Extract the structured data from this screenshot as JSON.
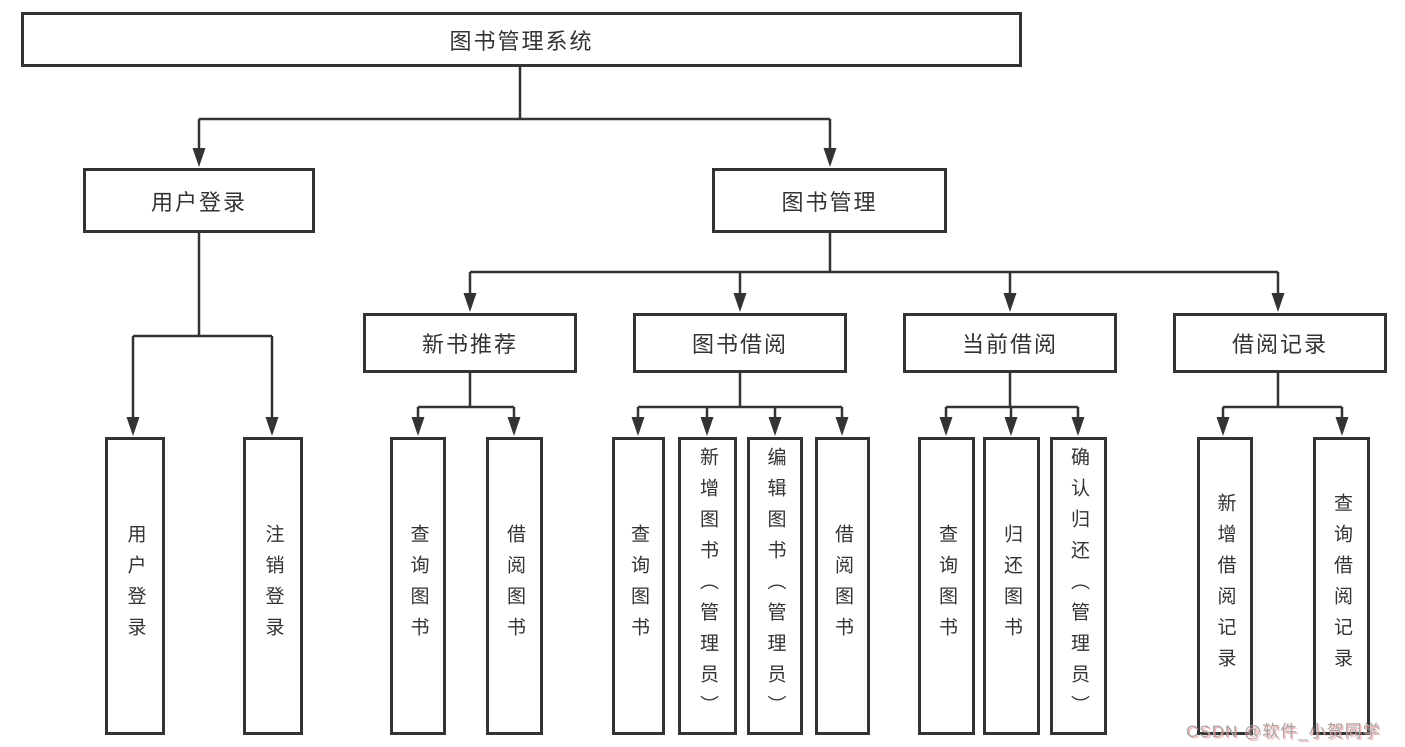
{
  "watermark": {
    "text": "CSDN @软件_小贺同学"
  },
  "colors": {
    "line": "#333333",
    "text": "#333333",
    "background": "#ffffff",
    "watermark": "#a8a8a8",
    "watermark_shadow": "#f08282"
  },
  "tree": {
    "root": {
      "label": "图书管理系统"
    },
    "branches": [
      {
        "label": "用户登录",
        "children": [
          {
            "label": "用户登录"
          },
          {
            "label": "注销登录"
          }
        ]
      },
      {
        "label": "图书管理",
        "children": [
          {
            "label": "新书推荐",
            "children": [
              {
                "label": "查询图书"
              },
              {
                "label": "借阅图书"
              }
            ]
          },
          {
            "label": "图书借阅",
            "children": [
              {
                "label": "查询图书"
              },
              {
                "label": "新增图书（管理员）"
              },
              {
                "label": "编辑图书（管理员）"
              },
              {
                "label": "借阅图书"
              }
            ]
          },
          {
            "label": "当前借阅",
            "children": [
              {
                "label": "查询图书"
              },
              {
                "label": "归还图书"
              },
              {
                "label": "确认归还（管理员）"
              }
            ]
          },
          {
            "label": "借阅记录",
            "children": [
              {
                "label": "新增借阅记录"
              },
              {
                "label": "查询借阅记录"
              }
            ]
          }
        ]
      }
    ]
  }
}
